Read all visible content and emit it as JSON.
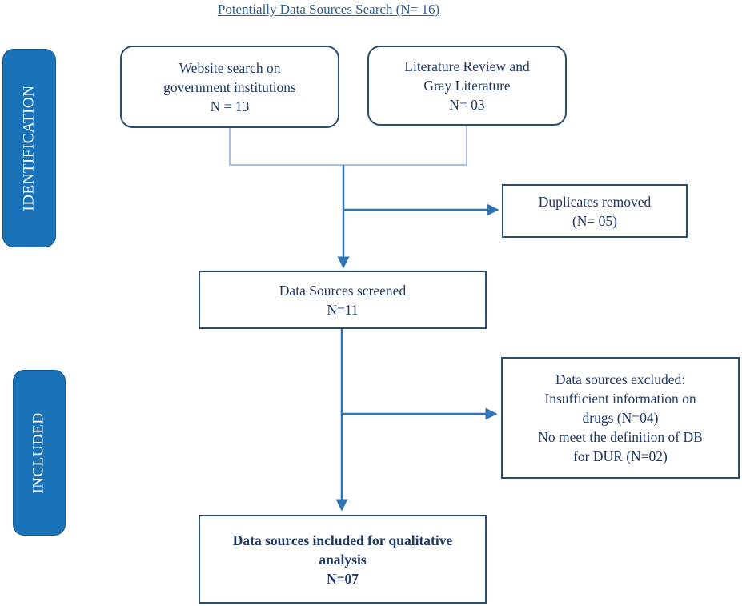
{
  "title": "Potentially Data Sources Search (N= 16)",
  "phases": {
    "identification": "IDENTIFICATION",
    "included": "INCLUDED"
  },
  "boxes": {
    "website_search": [
      "Website search on",
      "government institutions",
      "N = 13"
    ],
    "literature_review": [
      "Literature Review and",
      "Gray Literature",
      "N= 03"
    ],
    "duplicates_removed": [
      "Duplicates removed",
      "(N= 05)"
    ],
    "data_sources_screened": [
      "Data Sources screened",
      "N=11"
    ],
    "data_sources_excluded": [
      "Data sources excluded:",
      "Insufficient information on",
      "drugs (N=04)",
      "No meet the definition of DB",
      "for DUR (N=02)"
    ],
    "data_sources_included": [
      "Data sources included for qualitative",
      "analysis",
      "N=07"
    ]
  },
  "colors": {
    "box_border": "#2a4d6e",
    "text": "#1f3864",
    "phase_fill": "#1a72b8",
    "arrow": "#2e75b6",
    "connector": "#8faadc"
  }
}
